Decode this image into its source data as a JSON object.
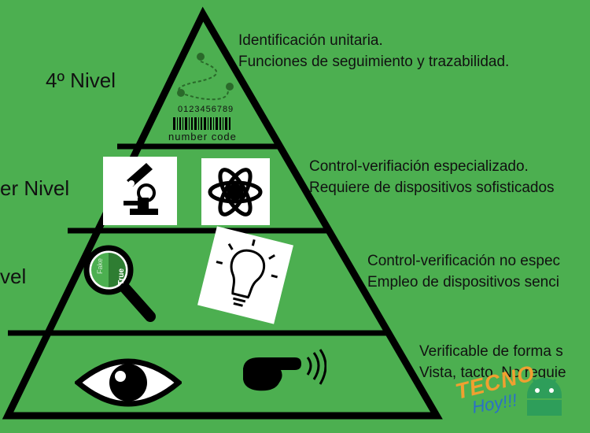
{
  "levels": [
    {
      "label": "4º Nivel",
      "desc": [
        "Identificación unitaria.",
        "Funciones de seguimiento y trazabilidad."
      ]
    },
    {
      "label": "er Nivel",
      "desc": [
        "Control-verifiación especializado.",
        "Requiere de dispositivos sofisticados"
      ]
    },
    {
      "label": "vel",
      "desc": [
        "Control-verificación no espec",
        "Empleo de dispositivos senci"
      ]
    },
    {
      "label": "",
      "desc": [
        "Verificable de forma s",
        "Vista, tacto. No requie"
      ]
    }
  ],
  "barcode": {
    "digits": "0123456789",
    "caption": "number code"
  },
  "badge": {
    "fake": "Fake",
    "true": "True"
  },
  "watermark": {
    "line1": "TECNO",
    "line2": "Hoy!!!"
  },
  "colors": {
    "background": "#4caf50",
    "stroke": "#000000"
  }
}
